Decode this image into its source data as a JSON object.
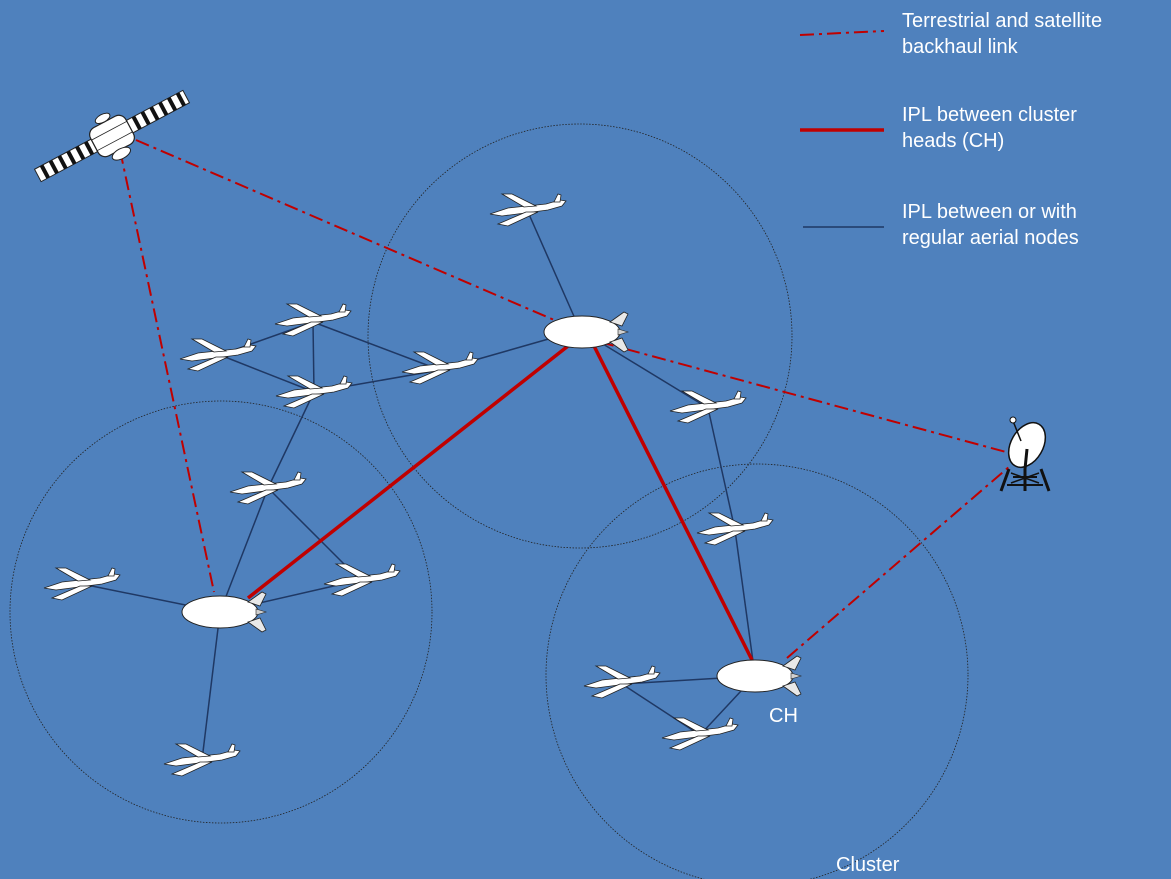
{
  "legend": [
    {
      "line1": "Terrestrial and satellite",
      "line2": "backhaul link",
      "style": "dash-dot",
      "color": "#c00000"
    },
    {
      "line1": "IPL between cluster",
      "line2": "heads (CH)",
      "style": "solid-thick",
      "color": "#c00000"
    },
    {
      "line1": "IPL between or with",
      "line2": "regular aerial nodes",
      "style": "solid-thin",
      "color": "#1f3864"
    }
  ],
  "labels": {
    "ch": "CH",
    "cluster": "Cluster"
  },
  "colors": {
    "background": "#4f81bd",
    "backhaul": "#c00000",
    "regular_link": "#1f3864",
    "node_fill": "#ffffff"
  },
  "icons": {
    "satellite": "satellite-icon",
    "ground_station": "satellite-dish-icon",
    "cluster_head": "airship-icon",
    "regular_node": "aircraft-icon"
  }
}
